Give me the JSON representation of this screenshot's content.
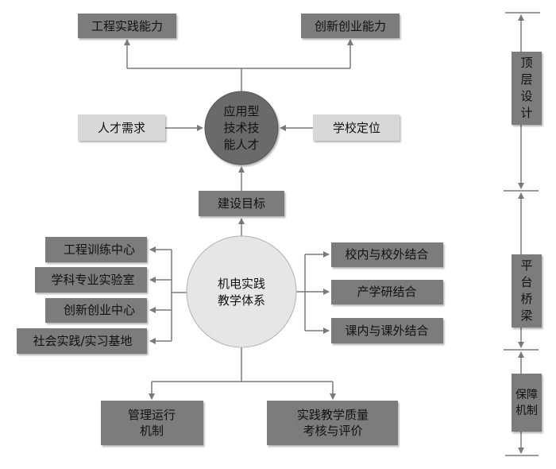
{
  "outcomes": {
    "engineering": "工程实践能力",
    "innovation": "创新创业能力"
  },
  "core_goal": {
    "lines": [
      "应用型",
      "技术技",
      "能人才"
    ]
  },
  "inputs": {
    "talent_demand": "人才需求",
    "school_position": "学校定位"
  },
  "build_goal": "建设目标",
  "system": {
    "lines": [
      "机电实践",
      "教学体系"
    ]
  },
  "platforms": [
    "工程训练中心",
    "学科专业实验室",
    "创新创业中心",
    "社会实践/实习基地"
  ],
  "combinations": [
    "校内与校外结合",
    "产学研结合",
    "课内与课外结合"
  ],
  "guarantees": {
    "management": [
      "管理运行",
      "机制"
    ],
    "quality": [
      "实践教学质量",
      "考核与评价"
    ]
  },
  "levels": {
    "top": [
      "顶",
      "层",
      "设",
      "计"
    ],
    "bridge": [
      "平",
      "台",
      "桥",
      "梁"
    ],
    "guarantee": [
      "保障",
      "机制"
    ]
  },
  "colors": {
    "dark_box": "#7b7b7b",
    "light_box": "#d8d8d8",
    "core": "#6a6a6a",
    "system": "#e6e6e6"
  }
}
